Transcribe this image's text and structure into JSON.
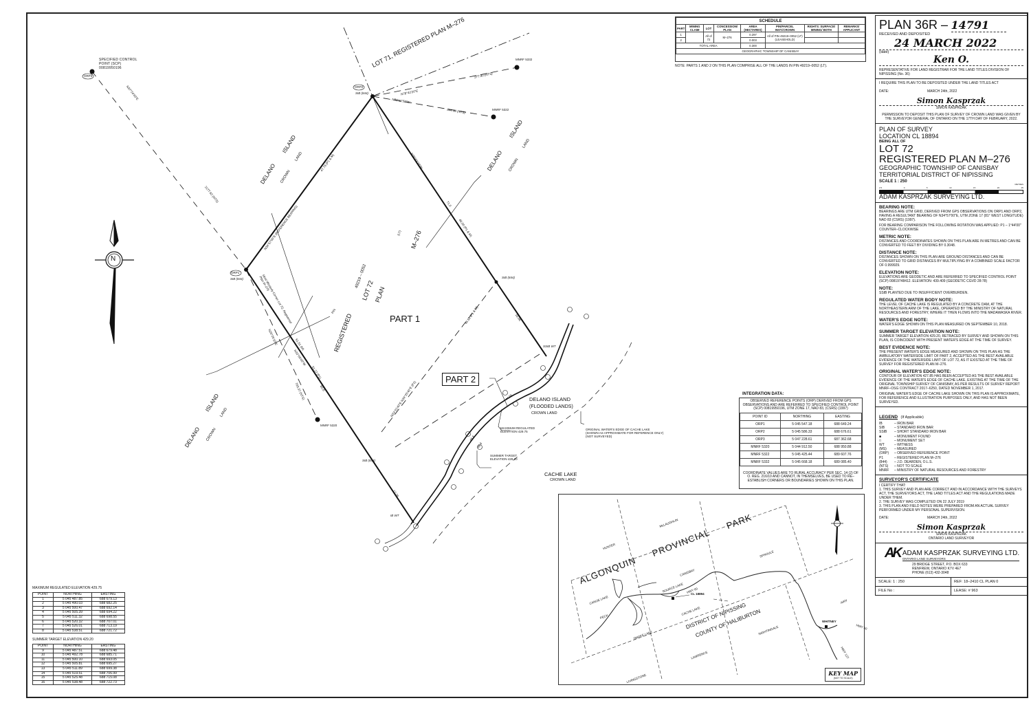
{
  "title_block": {
    "plan_prefix": "PLAN 36R –",
    "plan_number": "14791",
    "received_label": "RECEIVED AND DEPOSITED",
    "received_date": "24 MARCH 2022",
    "date_label": "(date)",
    "registrar_signature": "Ken O.",
    "registrar_caption": "REPRESENTATIVE FOR LAND REGISTRAR FOR THE LAND TITLES DIVISION OF NIPISSING (No. 36)",
    "require_text": "I REQUIRE THIS PLAN TO BE DEPOSITED UNDER THE LAND TITLES ACT",
    "date_field_label": "DATE:",
    "date_value": "MARCH 24th, 2022",
    "surveyor_signature": "Simon Kasprzak",
    "surveyor_name": "SIMON KASPRZAK",
    "permission_text": "PERMISSION TO DEPOSIT THIS PLAN OF SURVEY OF CROWN LAND WAS GIVEN BY THE SURVEYOR GENERAL OF ONTARIO ON THE 17TH DAY OF FEBRUARY, 2022."
  },
  "plan_info": {
    "line1": "PLAN OF SURVEY",
    "line2": "LOCATION CL 18894",
    "line3": "BEING ALL OF",
    "lot": "LOT 72",
    "registered_plan": "REGISTERED PLAN M–276",
    "township": "GEOGRAPHIC TOWNSHIP OF CANISBAY",
    "district": "TERRITORIAL DISTRICT OF NIPISSING",
    "scale": "SCALE   1 : 250",
    "scale_ticks": [
      "2.5",
      "0",
      "5",
      "10",
      "15",
      "20",
      "25"
    ],
    "scale_unit": "METRES",
    "company": "ADAM KASPRZAK SURVEYING LTD."
  },
  "notes": [
    {
      "heading": "BEARING NOTE:",
      "paragraphs": [
        "BEARINGS ARE UTM GRID, DERIVED FROM GPS OBSERVATIONS ON ORP1 AND ORP2, HAVING A RESULTANT BEARING OF N34°57'00\"E, UTM ZONE 17 (81° WEST LONGITUDE) NAD 83 (CSRS) (1997).",
        "FOR BEARING COMPARISON THE FOLLOWING ROTATION WAS APPLIED: P1  –  1°44'00\" COUNTER–CLOCKWISE"
      ]
    },
    {
      "heading": "METRIC NOTE:",
      "paragraphs": [
        "DISTANCES AND COORDINATES SHOWN ON THIS PLAN ARE IN METRES AND CAN BE CONVERTED TO FEET BY DIVIDING BY 0.3048."
      ]
    },
    {
      "heading": "DISTANCE NOTE:",
      "paragraphs": [
        "DISTANCES SHOWN ON THIS PLAN ARE GROUND DISTANCES AND CAN BE CONVERTED TO GRID DISTANCES BY MULTIPLYING BY A COMBINED SCALE FACTOR OF 0.999929."
      ]
    },
    {
      "heading": "ELEVATION NOTE:",
      "paragraphs": [
        "ELEVATIONS ARE GEODETIC AND ARE REFERRED TO SPECIFIED CONTROL POINT (SCP) 00819748412. ELEVATION: 439.409  (GEODETIC CGVD 28:78)"
      ]
    },
    {
      "heading": "NOTE:",
      "paragraphs": [
        "SSIB PLANTED DUE TO INSUFFICIENT OVERBURDEN."
      ]
    },
    {
      "heading": "REGULATED WATER BODY NOTE:",
      "paragraphs": [
        "THE LEVEL OF CACHE LAKE IS REGULATED BY A CONCRETE DAM, AT THE NORTHEASTERN ARM OF THE LAKE, OPERATED BY THE MINISTRY OF NATURAL RESOURCES AND FORESTRY, WHERE IT THEN FLOWS INTO THE MADAWASKA RIVER."
      ]
    },
    {
      "heading": "WATER'S EDGE NOTE:",
      "paragraphs": [
        "WATER'S EDGE SHOWN ON THIS PLAN MEASURED ON SEPTEMBER 10, 2018."
      ]
    },
    {
      "heading": "SUMMER TARGET ELEVATION NOTE:",
      "paragraphs": [
        "SUMMER TARGET ELEVATION 429.20, RETRACED BY SURVEY AND SHOWN ON THIS PLAN, IS COINCIDENT WITH PRESENT WATER'S EDGE AT THE TIME OF SURVEY."
      ]
    },
    {
      "heading": "BEST EVIDENCE NOTE:",
      "paragraphs": [
        "THE PRESENT WATER'S EDGE MEASURED AND SHOWN ON THIS PLAN AS THE AMBULATORY WATERSIDE LIMIT OF PART 2, ACCEPTED AS THE BEST AVAILABLE EVIDENCE OF THE WATERSIDE LIMIT OF LOT 72, AS IT EXISTED AT THE TIME OF SURVEY FOR REGISTERED PLAN M–276."
      ]
    },
    {
      "heading": "ORIGINAL WATER'S EDGE NOTE:",
      "paragraphs": [
        "CONTOUR OF ELEVATION 427.85 HAS BEEN ACCEPTED AS THE BEST AVAILABLE EVIDENCE OF THE WATER'S EDGE OF CACHE LAKE, EXISTING AT THE TIME OF THE ORIGINAL TOWNSHIP SURVEY OF CANISBAY, AS PER RESULTS OF SURVEY REPORT MNRF–OSG CONTRACT 2017–6250, DATED NOVEMBER 1, 2017.",
        "ORIGINAL WATER'S EDGE OF CACHE LAKE SHOWN ON THIS PLAN IS APPROXIMATE, FOR REFERENCE AND ILLUSTRATION PURPOSES ONLY, AND HAS NOT BEEN SURVEYED."
      ]
    }
  ],
  "legend": {
    "title": "LEGEND",
    "subtitle": "(If Applicable)",
    "items": [
      {
        "key": "IB",
        "value": "– IRON BAR"
      },
      {
        "key": "SIB",
        "value": "– STANDARD IRON BAR"
      },
      {
        "key": "SSIB",
        "value": "– SHORT STANDARD IRON BAR"
      },
      {
        "key": "■",
        "value": "– MONUMENT FOUND"
      },
      {
        "key": "□",
        "value": "– MONUMENT SET"
      },
      {
        "key": "WT",
        "value": "– WITNESS"
      },
      {
        "key": "(MS)",
        "value": "– MEASURED"
      },
      {
        "key": "(ORP)",
        "value": "– OBSERVED REFERENCE POINT"
      },
      {
        "key": "P1",
        "value": "– REGISTERED PLAN M–276"
      },
      {
        "key": "(844)",
        "value": "– J.D. DEARDEN, O.L.S."
      },
      {
        "key": "(NTS)",
        "value": "– NOT TO SCALE"
      },
      {
        "key": "MNRF",
        "value": "– MINISTRY OF NATURAL RESOURCES AND FORESTRY"
      }
    ]
  },
  "certificate": {
    "title": "SURVEYOR'S CERTIFICATE",
    "intro": "I CERTIFY THAT:",
    "items": [
      "1.  THIS SURVEY AND PLAN ARE CORRECT AND IN ACCORDANCE WITH THE SURVEYS ACT, THE SURVEYORS ACT, THE LAND TITLES ACT AND THE REGULATIONS MADE UNDER THEM.",
      "2.  THE SURVEY WAS COMPLETED ON 22 JULY 2019",
      "3.  THIS PLAN AND FIELD NOTES WERE PREPARED FROM AN ACTUAL SURVEY PERFORMED UNDER MY PERSONAL SUPERVISION."
    ],
    "date_label": "DATE:",
    "date_value": "MARCH 24th, 2022",
    "signature": "Simon Kasprzak",
    "name": "SIMON KASPRZAK",
    "role": "ONTARIO LAND SURVEYOR"
  },
  "company_block": {
    "logo": "AK",
    "name": "ADAM KASPRZAK SURVEYING LTD.",
    "subtitle": "ONTARIO LAND SURVEYORS",
    "address1": "29 BRIDGE STREET,     P.O. BOX 633",
    "address2": "RENFREW,  ONTARIO   K7V 4E7",
    "phone": "PHONE (613) 432-3048",
    "scale": "SCALE:   1 : 250",
    "ref": "REF:    18–2410 CL PLAN 0",
    "file_no": "FILE No :",
    "lease": "LEASE: # 963"
  },
  "schedule": {
    "title": "SCHEDULE",
    "headers": [
      "PART",
      "MINING CLAIM",
      "LOT",
      "CONCESSION/ PLAN",
      "AREA (HECTARES)",
      "PIN/PARCEL INST./CROWN",
      "RIGHTS: SURFACE/ MINING/ BOTH",
      "REMARKS/ APPLICANT"
    ],
    "rows": [
      {
        "part": "1",
        "mining_claim": "",
        "lot": "All of 72",
        "plan": "M–276",
        "area": "0.297",
        "pin": "All of PIN 49219–0052 (LT) (LEASEHOLD)",
        "rights": "",
        "remarks": ""
      },
      {
        "part": "2",
        "mining_claim": "",
        "lot": "",
        "plan": "",
        "area": "0.003",
        "pin": "",
        "rights": "",
        "remarks": ""
      }
    ],
    "total_label": "TOTAL   AREA",
    "total_value": "0.300",
    "footer": "GEOGRAPHIC TOWNSHIP OF CANISBAY",
    "note": "NOTE:   PARTS 1 AND 2 ON THIS PLAN COMPRISE ALL OF THE LANDS IN PIN 49219–0052 (LT)."
  },
  "integration": {
    "title": "INTEGRATION DATA:",
    "header_text": "OBSERVED REFERENCE POINTS (ORP) DERIVED FROM GPS OBSERVATIONS AND ARE REFERRED TO SPECIFIED CONTROL POINT (SCP) 00819950196, UTM ZONE 17, NAD 83, (CSRS) (1997)",
    "columns": [
      "POINT ID",
      "NORTHING",
      "EASTING"
    ],
    "rows": [
      [
        "ORP1",
        "5 045 547.18",
        "688 649.24"
      ],
      [
        "ORP2",
        "5 045 586.33",
        "688 676.61"
      ],
      [
        "ORP3",
        "5 047 228.61",
        "687 362.68"
      ],
      [
        "MNRF 5320",
        "5 044 912.50",
        "688 950.88"
      ],
      [
        "MNRF 5322",
        "5 045 425.44",
        "689 607.76"
      ],
      [
        "MNRF 5332",
        "5 045 668.18",
        "689 085.40"
      ]
    ],
    "footer": "COORDINATE VALUES ARE TO RURAL ACCURACY PER SEC. 14 (2) OF O. REG. 216/10 AND CANNOT, IN THEMSELVES, BE USED TO RE–ESTABLISH CORNERS OR BOUNDARIES SHOWN ON THIS PLAN."
  },
  "max_regulated": {
    "title": "MAXIMUM REGULATED ELEVATION 429.75",
    "columns": [
      "POINT",
      "NORTHING",
      "EASTING"
    ],
    "rows": [
      [
        "1",
        "5 045 487.85",
        "688 679.13"
      ],
      [
        "2",
        "5 045 490.03",
        "688 682.25"
      ],
      [
        "3",
        "5 045 500.47",
        "688 692.14"
      ],
      [
        "4",
        "5 045 505.39",
        "688 694.22"
      ],
      [
        "5",
        "5 045 511.32",
        "688 698.55"
      ],
      [
        "6",
        "5 045 520.32",
        "688 707.01"
      ],
      [
        "7",
        "5 045 526.01",
        "688 713.19"
      ],
      [
        "8",
        "5 045 538.51",
        "688 721.72"
      ]
    ]
  },
  "summer_target": {
    "title": "SUMMER TARGET ELEVATION 429.20",
    "columns": [
      "POINT",
      "NORTHING",
      "EASTING"
    ],
    "rows": [
      [
        "9",
        "5 045 487.51",
        "688 679.48"
      ],
      [
        "10",
        "5 045 492.78",
        "688 685.71"
      ],
      [
        "11",
        "5 045 500.10",
        "688 693.05"
      ],
      [
        "12",
        "5 045 505.81",
        "688 695.27"
      ],
      [
        "13",
        "5 045 511.89",
        "688 699.38"
      ],
      [
        "14",
        "5 045 519.51",
        "688 706.99"
      ],
      [
        "15",
        "5 045 525.48",
        "688 715.08"
      ],
      [
        "16",
        "5 045 538.48",
        "688 722.73"
      ]
    ]
  },
  "drawing": {
    "part1": "PART 1",
    "part2": "PART 2",
    "lot71": "LOT  71, REGISTERED PLAN M–276",
    "scp_label": [
      "SPECIFIED CONTROL",
      "POINT (SCP)",
      "00819950196"
    ],
    "orp1": "ORP1",
    "orp2": "ORP2",
    "orp3": "ORP3",
    "sib844": "SIB (844)",
    "mnrf5332": "MNRF 5332",
    "mnrf5322": "MNRF 5322",
    "mnrf5320": "MNRF 5320",
    "bearing_orp3": "N37°24'40\"E",
    "dist_orp3": "2177.62 (NTS)",
    "bearing_nw": "N34°57'00\"E (REFERENCE BEARING)",
    "dist_nw": "47.78 (P1 & M)",
    "bearing_ne": "N36°03'30\"W",
    "dist_ne": "71.0",
    "dist_ne2": "46.00 (P1 & M)",
    "dist_se": "18.96",
    "dist_sw1": "51.51 (M)",
    "bearing_sw": "N33°00'00\"W",
    "dist_sw2": "51.27 (P1)",
    "dist_sw3": "65.8",
    "dist_sw4": "12.28",
    "bearing_5320": "N25°25'10\"E",
    "dist_5320": "703.37 (NTS)",
    "bearing_5332": "N78°42'20\"E",
    "dist_5332": "277.90 (NTS)",
    "bearing_5322": "N80°11'50\"W",
    "dist_5322": "844.98 (NTS)",
    "mid_bearing": "N33°21'40\"E  N34°25'40\"E (P1)",
    "mid_dist": "44.52 (P1 & M)",
    "west_corner": "Most Westerly Corner Lot 72, Registered Plan M–276",
    "pin": "PIN",
    "registered": "REGISTERED",
    "plan": "PLAN",
    "lot72": "LOT 72",
    "pin_no": "49219 – 0052",
    "lt": "(LT)",
    "m276": "M–276",
    "delano": "DELANO",
    "island": "ISLAND",
    "crown": "CROWN",
    "land": "LAND",
    "delano_island": "DELANO  ISLAND",
    "flooded": "(FLOODED  LANDS)",
    "crown_land": "CROWN        LAND",
    "cache_lake": "CACHE       LAKE",
    "max_reg_label": [
      "MAXIMUM REGULATED",
      "ELEVATION 429.75"
    ],
    "summer_label": [
      "SUMMER TARGET",
      "ELEVATION 429.20"
    ],
    "orig_edge_label": [
      "ORIGINAL WATER'S EDGE OF CACHE LAKE",
      "(SHOWN AS APPROXIMATE FOR REFERENCE ONLY)",
      "(NOT SURVEYED)"
    ],
    "ssib_wt": "SSIB  WT",
    "ib_wt": "IB  WT",
    "dist_4456": "44.56",
    "dist_468a": "46.8",
    "dist_468b": "46.8",
    "north": "N"
  },
  "keymap": {
    "title": "KEY MAP",
    "subtitle": "(NOT TO SCALE)",
    "park": [
      "ALGONQUIN",
      "PROVINCIAL",
      "PARK"
    ],
    "townships": [
      "HUNTER",
      "McLAUGHLIN",
      "CANISBAY",
      "SPROULE",
      "PECK",
      "AIRY",
      "NIGHTINGALE",
      "LAWRENCE",
      "LIVINGSTONE"
    ],
    "lakes": [
      "CANOE LAKE",
      "SOURCE LAKE",
      "SMOKE LAKE",
      "CACHE LAKE"
    ],
    "district": "DISTRICT OF NIPISSING",
    "county": "COUNTY OF HALIBURTON",
    "cl": "CL 18894",
    "hwy60a": "HWY 60",
    "hwy60b": "HWY 60",
    "hwy127": "HWY 127",
    "whitney": "WHITNEY"
  }
}
